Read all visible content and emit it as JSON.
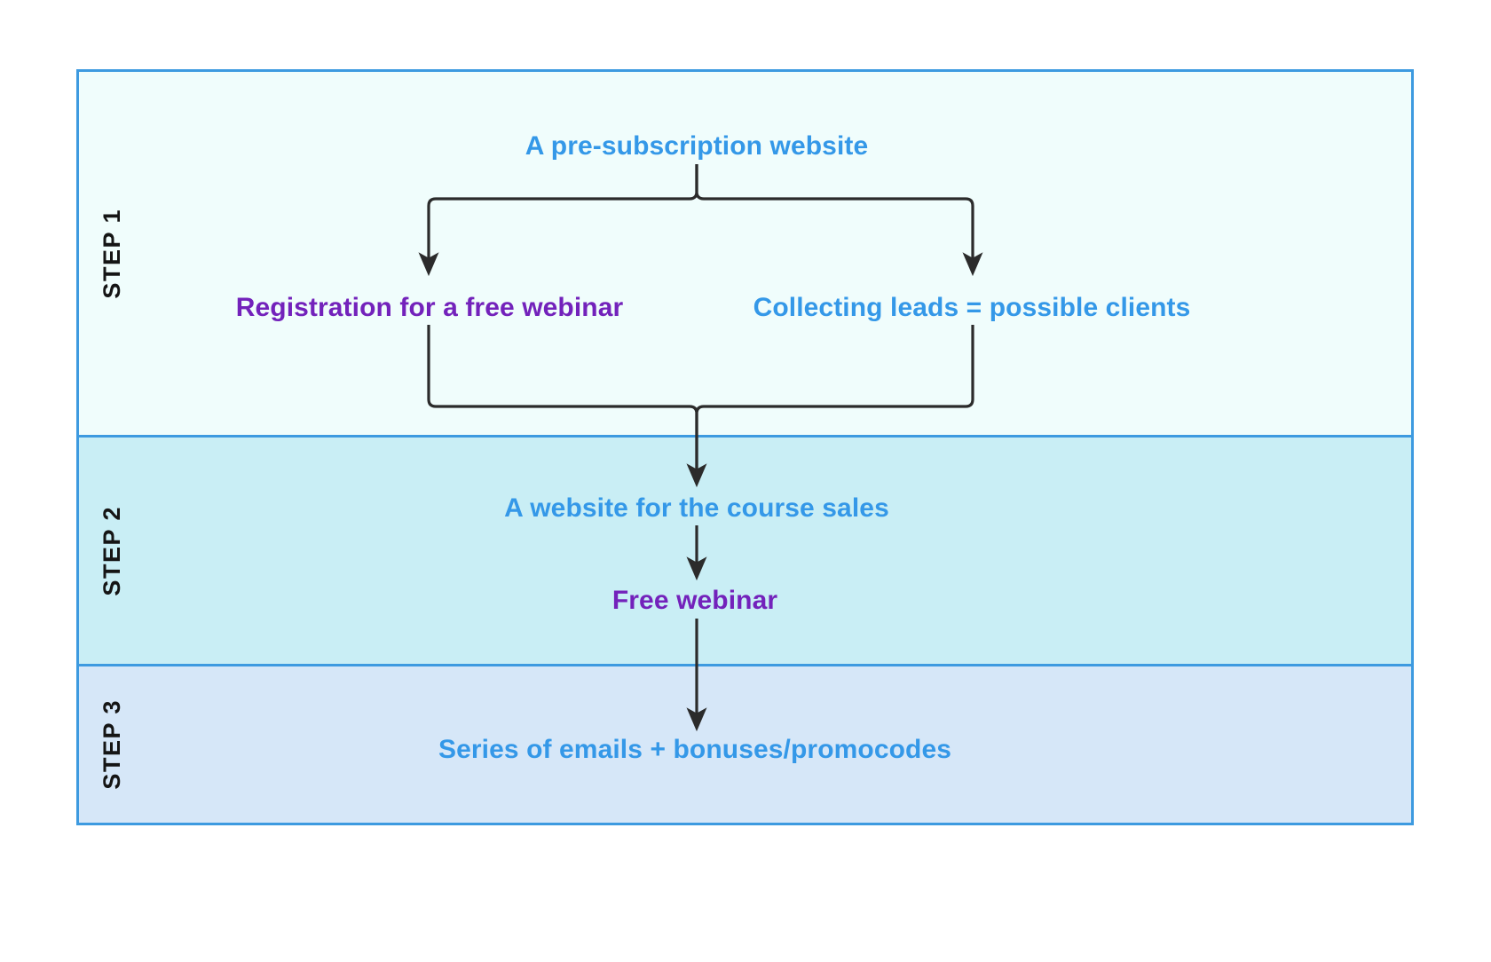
{
  "diagram": {
    "title_present": false,
    "colors": {
      "frame_border": "#3d9ae0",
      "step1_background": "#f0fdfc",
      "step2_background": "#c9eef5",
      "step3_background": "#d6e7f8",
      "text_blue": "#3498e8",
      "text_purple": "#7322bb",
      "connector": "#2b2b2b",
      "page_background": "#ffffff"
    },
    "steps": [
      {
        "label": "STEP 1",
        "nodes": [
          {
            "text": "A pre-subscription website",
            "color": "blue"
          },
          {
            "text": "Registration for a free webinar",
            "color": "purple"
          },
          {
            "text": "Collecting leads = possible clients",
            "color": "blue"
          }
        ]
      },
      {
        "label": "STEP 2",
        "nodes": [
          {
            "text": "A website for the course sales",
            "color": "blue"
          },
          {
            "text": "Free webinar",
            "color": "purple"
          }
        ]
      },
      {
        "label": "STEP 3",
        "nodes": [
          {
            "text": "Series of emails + bonuses/promocodes",
            "color": "blue"
          }
        ]
      }
    ],
    "flow": [
      {
        "from": "A pre-subscription website",
        "to": "Registration for a free webinar"
      },
      {
        "from": "A pre-subscription website",
        "to": "Collecting leads = possible clients"
      },
      {
        "from": "Registration for a free webinar",
        "to": "A website for the course sales"
      },
      {
        "from": "Collecting leads = possible clients",
        "to": "A website for the course sales"
      },
      {
        "from": "A website for the course sales",
        "to": "Free webinar"
      },
      {
        "from": "Free webinar",
        "to": "Series of emails + bonuses/promocodes"
      }
    ]
  }
}
